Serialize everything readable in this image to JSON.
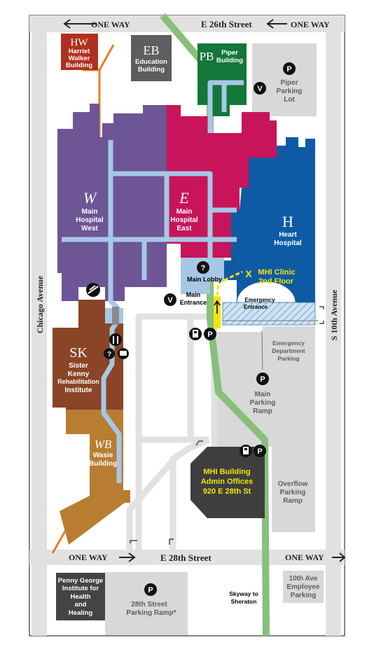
{
  "streets": {
    "e26": "E 26th Street",
    "e28": "E 28th Street",
    "chicago": "Chicago Avenue",
    "s10": "S 10th Avenue",
    "oneway": "ONE WAY"
  },
  "buildings": {
    "hw": {
      "abbr": "HW",
      "l1": "Harriet",
      "l2": "Walker",
      "l3": "Building"
    },
    "eb": {
      "abbr": "EB",
      "l1": "Education",
      "l2": "Building"
    },
    "pb": {
      "abbr": "PB",
      "l1": "Piper",
      "l2": "Building"
    },
    "w": {
      "abbr": "W",
      "l1": "Main",
      "l2": "Hospital",
      "l3": "West"
    },
    "e": {
      "abbr": "E",
      "l1": "Main",
      "l2": "Hospital",
      "l3": "East"
    },
    "h": {
      "abbr": "H",
      "l1": "Heart",
      "l2": "Hospital"
    },
    "sk": {
      "abbr": "SK",
      "l1": "Sister",
      "l2": "Kenny",
      "l3": "Rehabilitation",
      "l4": "Institute"
    },
    "wb": {
      "abbr": "WB",
      "l1": "Wasie",
      "l2": "Building"
    },
    "mhi": {
      "l1": "MHI Building",
      "l2": "Admin Offices",
      "l3": "920 E 28th St"
    },
    "pg": {
      "l1": "Penny George",
      "l2": "Institute for",
      "l3": "Health",
      "l4": "and",
      "l5": "Healing"
    }
  },
  "labels": {
    "mainLobby": "Main Lobby",
    "mainEntrance1": "Main",
    "mainEntrance2": "Entrance",
    "emergency1": "Emergency",
    "emergency2": "Entrance",
    "mhiClinic1": "MHI Clinic",
    "mhiClinic2": "2nd Floor",
    "xMark": "X",
    "skyway1": "Skyway to",
    "skyway2": "Sheraton"
  },
  "parking": {
    "piper": {
      "l1": "Piper",
      "l2": "Parking",
      "l3": "Lot"
    },
    "edp": {
      "l1": "Emergency",
      "l2": "Department",
      "l3": "Parking"
    },
    "mpr": {
      "l1": "Main",
      "l2": "Parking",
      "l3": "Ramp"
    },
    "opr": {
      "l1": "Overflow",
      "l2": "Parking",
      "l3": "Ramp"
    },
    "p28": {
      "l1": "28th Street",
      "l2": "Parking Ramp*"
    },
    "tenth": {
      "l1": "10th Ave",
      "l2": "Employee",
      "l3": "Parking"
    }
  },
  "symbols": {
    "p": "P",
    "v": "V",
    "q": "?"
  },
  "colors": {
    "west": "#6d5596",
    "east": "#c8145a",
    "heart": "#0f5aa5",
    "piper": "#13773a",
    "sk": "#8a4426",
    "wasie": "#b87d31",
    "harriet": "#b0301f",
    "gray": "#5e5e60",
    "corridor": "#a6c7e6",
    "skyway": "#86c07a",
    "road": "#e1e1e1",
    "lot": "#d8d8d8",
    "orange": "#ea7d24",
    "yellow": "#f3e600"
  }
}
